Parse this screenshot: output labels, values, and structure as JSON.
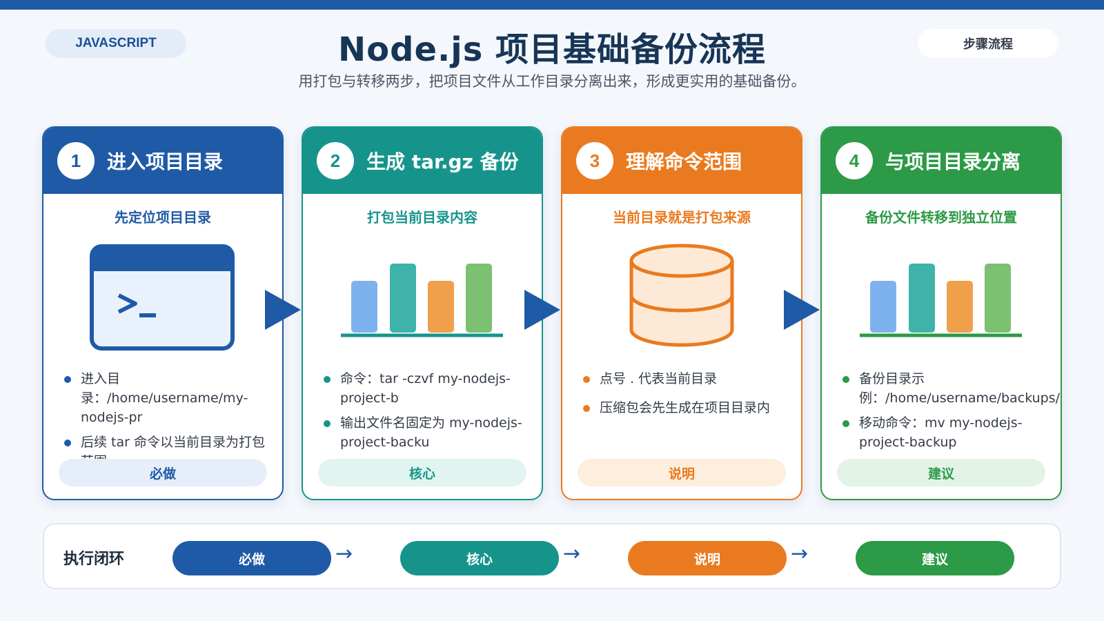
{
  "header": {
    "tag_left": "JAVASCRIPT",
    "title": "Node.js 项目基础备份流程",
    "tag_right": "步骤流程",
    "subtitle": "用打包与转移两步，把项目文件从工作目录分离出来，形成更实用的基础备份。"
  },
  "colors": {
    "blue": "#1f5aa6",
    "teal": "#16948c",
    "orange": "#ea7a1f",
    "green": "#2c9a47"
  },
  "cards": [
    {
      "num": "1",
      "title": "进入项目目录",
      "subtitle": "先定位项目目录",
      "icon": "terminal-window-icon",
      "bullets": [
        "进入目录：/home/username/my-nodejs-pr",
        "后续 tar 命令以当前目录为打包范围"
      ],
      "tag": "必做"
    },
    {
      "num": "2",
      "title": "生成 tar.gz 备份",
      "subtitle": "打包当前目录内容",
      "icon": "bar-chart-icon",
      "bullets": [
        "命令：tar -czvf my-nodejs-project-b",
        "输出文件名固定为 my-nodejs-project-backu"
      ],
      "tag": "核心"
    },
    {
      "num": "3",
      "title": "理解命令范围",
      "subtitle": "当前目录就是打包来源",
      "icon": "database-icon",
      "bullets": [
        "点号 . 代表当前目录",
        "压缩包会先生成在项目目录内"
      ],
      "tag": "说明"
    },
    {
      "num": "4",
      "title": "与项目目录分离",
      "subtitle": "备份文件转移到独立位置",
      "icon": "bar-chart-icon",
      "bullets": [
        "备份目录示例：/home/username/backups/",
        "移动命令：mv my-nodejs-project-backup"
      ],
      "tag": "建议"
    }
  ],
  "flow": {
    "label": "执行闭环",
    "steps": [
      "必做",
      "核心",
      "说明",
      "建议"
    ]
  }
}
